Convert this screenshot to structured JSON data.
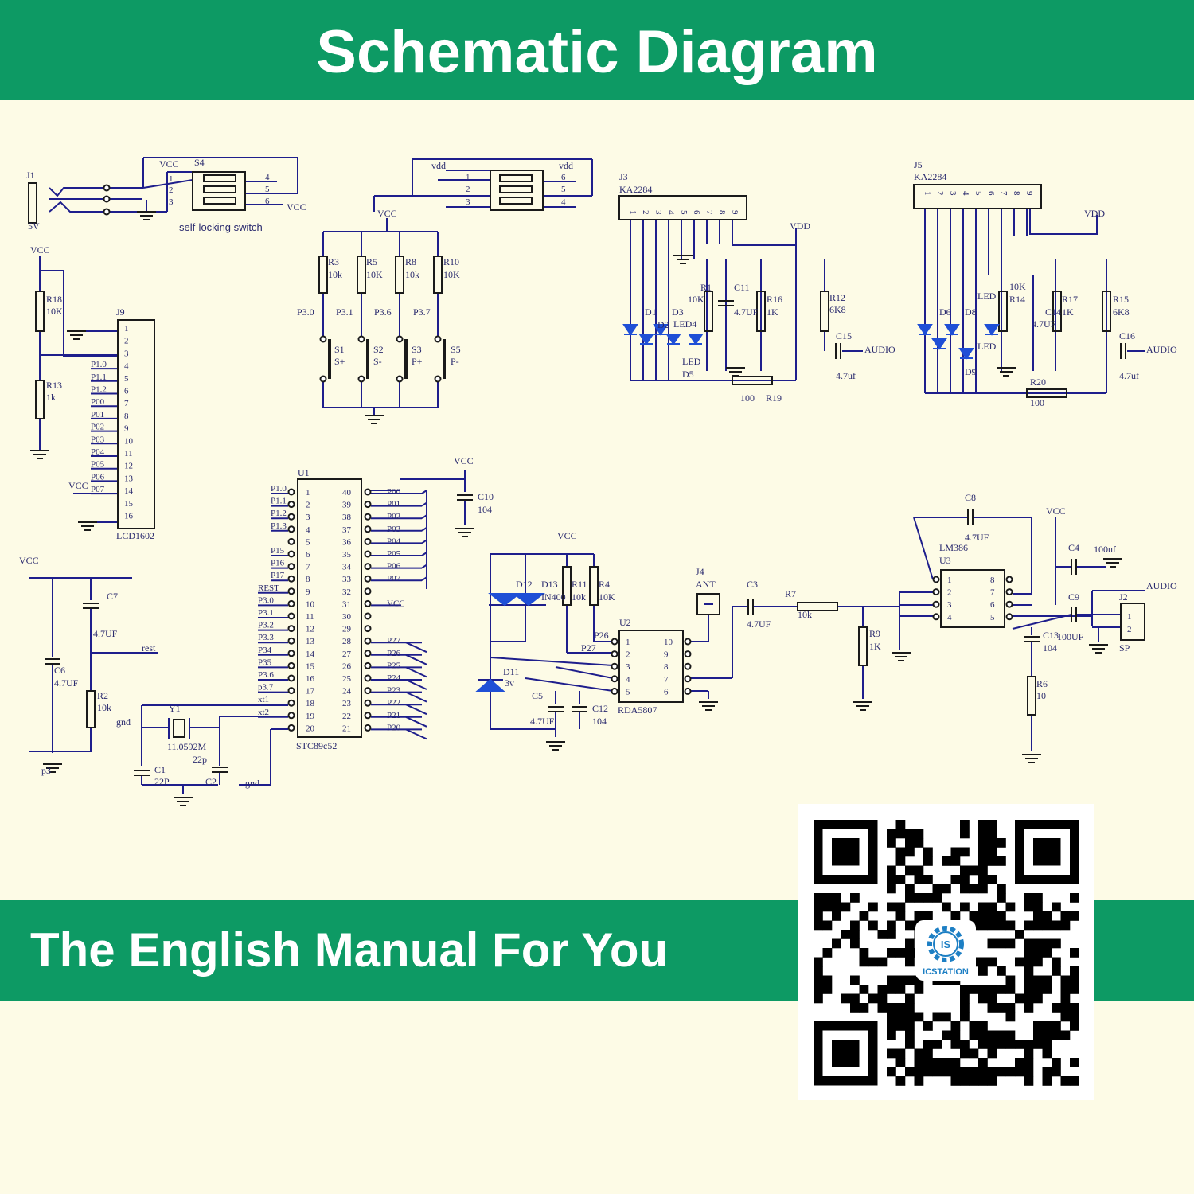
{
  "header": {
    "title": "Schematic Diagram"
  },
  "footer": {
    "banner_text": "The English Manual For You"
  },
  "colors": {
    "banner": "#0d9a64",
    "background": "#fdfbe6",
    "wire": "#1e1e8c",
    "component": "#1a1a1a",
    "label": "#2a2a6e",
    "led": "#1f4fd6"
  },
  "qr": {
    "logo_text": "ICSTATION",
    "logo_badge": "IS"
  },
  "schematic": {
    "power": {
      "jack": "J1",
      "jack_value": "5V",
      "switch": "S4",
      "switch_desc": "self-locking switch",
      "vcc1": "VCC",
      "vcc2": "VCC",
      "vdd": "vdd",
      "pins_a": [
        "1",
        "2",
        "3"
      ],
      "pins_b": [
        "4",
        "5",
        "6"
      ],
      "pins_c": [
        "1",
        "2",
        "3"
      ],
      "pins_d": [
        "6",
        "5",
        "4"
      ]
    },
    "buttons": {
      "vcc": "VCC",
      "resistors": [
        {
          "ref": "R3",
          "val": "10k"
        },
        {
          "ref": "R5",
          "val": "10K"
        },
        {
          "ref": "R8",
          "val": "10k"
        },
        {
          "ref": "R10",
          "val": "10K"
        }
      ],
      "ports": [
        "P3.0",
        "P3.1",
        "P3.6",
        "P3.7"
      ],
      "switches": [
        {
          "ref": "S1",
          "val": "S+"
        },
        {
          "ref": "S2",
          "val": "S-"
        },
        {
          "ref": "S3",
          "val": "P+"
        },
        {
          "ref": "S5",
          "val": "P-"
        }
      ]
    },
    "display1": {
      "ref": "J3",
      "part": "KA2284",
      "pins": [
        "1",
        "2",
        "3",
        "4",
        "5",
        "6",
        "7",
        "8",
        "9"
      ],
      "vdd": "VDD",
      "r1": "R1",
      "r1_val": "10K",
      "c11": "C11",
      "c11_val": "4.7UF",
      "r16": "R16",
      "r16_val": "1K",
      "r12": "R12",
      "r12_val": "6K8",
      "c15": "C15",
      "c15_val": "4.7uf",
      "audio": "AUDIO",
      "r19": "R19",
      "r19_val": "100",
      "d1": "D1",
      "d2": "D2",
      "d3": "D3",
      "d4": "LED4",
      "d5": "D5",
      "led": "LED"
    },
    "display2": {
      "ref": "J5",
      "part": "KA2284",
      "pins": [
        "1",
        "2",
        "3",
        "4",
        "5",
        "6",
        "7",
        "8",
        "9"
      ],
      "vdd": "VDD",
      "r14": "R14",
      "r14_val": "10K",
      "c14": "C14",
      "c14_val": "4.7UF",
      "r17": "R17",
      "r17_val": "1K",
      "r15": "R15",
      "r15_val": "6K8",
      "c16": "C16",
      "c16_val": "4.7uf",
      "audio": "AUDIO",
      "r20": "R20",
      "r20_val": "100",
      "d6": "D6",
      "d8": "D8",
      "d9": "D9",
      "led": "LED"
    },
    "lcd": {
      "ref": "J9",
      "part": "LCD1602",
      "vcc": "VCC",
      "vcc2": "VCC",
      "r18": "R18",
      "r18_val": "10K",
      "r13": "R13",
      "r13_val": "1k",
      "pins": [
        "1",
        "2",
        "3",
        "4",
        "5",
        "6",
        "7",
        "8",
        "9",
        "10",
        "11",
        "12",
        "13",
        "14",
        "15",
        "16"
      ],
      "nets": [
        "",
        "",
        "",
        "P1.0",
        "P1.1",
        "P1.2",
        "P00",
        "P01",
        "P02",
        "P03",
        "P04",
        "P05",
        "P06",
        "P07",
        "",
        ""
      ]
    },
    "reset": {
      "vcc": "VCC",
      "c7": "C7",
      "c7_val": "4.7UF",
      "c6": "C6",
      "c6_val": "4.7UF",
      "r2": "R2",
      "r2_val": "10k",
      "rest": "rest",
      "gnd": "gnd",
      "p3": "p3"
    },
    "mcu": {
      "ref": "U1",
      "part": "STC89c52",
      "left_pins": [
        "1",
        "2",
        "3",
        "4",
        "5",
        "6",
        "7",
        "8",
        "9",
        "10",
        "11",
        "12",
        "13",
        "14",
        "15",
        "16",
        "17",
        "18",
        "19",
        "20"
      ],
      "right_pins": [
        "40",
        "39",
        "38",
        "37",
        "36",
        "35",
        "34",
        "33",
        "32",
        "31",
        "30",
        "29",
        "28",
        "27",
        "26",
        "25",
        "24",
        "23",
        "22",
        "21"
      ],
      "left_nets": [
        "P1.0",
        "P1.1",
        "P1.2",
        "P1.3",
        "",
        "P15",
        "P16",
        "P17",
        "REST",
        "P3.0",
        "P3.1",
        "P3.2",
        "P3.3",
        "P34",
        "P35",
        "P3.6",
        "p3.7",
        "xt1",
        "xt2",
        ""
      ],
      "right_nets": [
        "P00",
        "P01",
        "P02",
        "P03",
        "P04",
        "P05",
        "P06",
        "P07",
        "",
        "VCC",
        "",
        "",
        "P27",
        "P26",
        "P25",
        "P24",
        "P23",
        "P22",
        "P21",
        "P20"
      ],
      "vcc": "VCC",
      "c10": "C10",
      "c10_val": "104",
      "y1": "Y1",
      "y1_val": "11.0592M",
      "c1": "C1",
      "c1_val": "22P",
      "c2": "C2",
      "c2_val": "22p",
      "gnd": "gnd"
    },
    "radio": {
      "vcc": "VCC",
      "d12": "D12",
      "d13": "D13",
      "d13_val": "IN400",
      "d11": "D11",
      "d11_val": "3v",
      "r11": "R11",
      "r11_val": "10k",
      "r4": "R4",
      "r4_val": "10K",
      "u2": "U2",
      "part": "RDA5807",
      "left_pins": [
        "1",
        "2",
        "3",
        "4",
        "5"
      ],
      "right_pins": [
        "10",
        "9",
        "8",
        "7",
        "6"
      ],
      "p26": "P26",
      "p27": "P27",
      "c5": "C5",
      "c5_val": "4.7UF",
      "c12": "C12",
      "c12_val": "104",
      "j4": "J4",
      "ant": "ANT"
    },
    "amp": {
      "c3": "C3",
      "c3_val": "4.7UF",
      "r7": "R7",
      "r7_val": "10k",
      "r9": "R9",
      "r9_val": "1K",
      "c8": "C8",
      "c8_val": "4.7UF",
      "u3": "U3",
      "part": "LM386",
      "left_pins": [
        "1",
        "2",
        "3",
        "4"
      ],
      "right_pins": [
        "8",
        "7",
        "6",
        "5"
      ],
      "vcc": "VCC",
      "c4": "C4",
      "c4_val": "100uf",
      "c9": "C9",
      "c9_val": "100UF",
      "c13": "C13",
      "c13_val": "104",
      "r6": "R6",
      "r6_val": "10",
      "j2": "J2",
      "j2_pins": [
        "1",
        "2"
      ],
      "sp": "SP",
      "audio": "AUDIO"
    }
  }
}
